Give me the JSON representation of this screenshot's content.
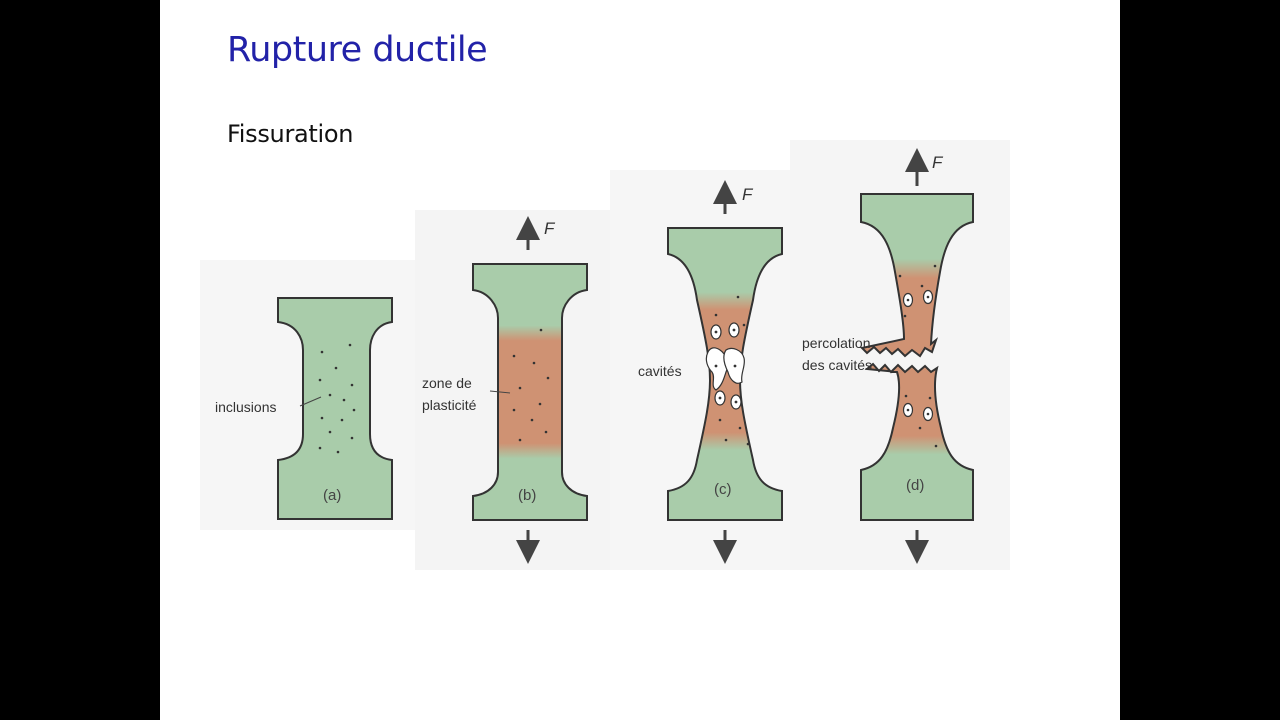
{
  "slide": {
    "title": "Rupture ductile",
    "subtitle": "Fissuration"
  },
  "figure": {
    "force_label": "F",
    "specimens": [
      {
        "caption": "(a)",
        "label": "inclusions"
      },
      {
        "caption": "(b)",
        "label_lines": [
          "zone de",
          "plasticité"
        ]
      },
      {
        "caption": "(c)",
        "label": "cavités"
      },
      {
        "caption": "(d)",
        "label_lines": [
          "percolation",
          "des cavités"
        ]
      }
    ]
  },
  "colors": {
    "background": "#000000",
    "slide": "#ffffff",
    "title": "#2222a8",
    "specimen_green": "#a9ccaa",
    "plastic_zone": "#cf9273",
    "outline": "#333333"
  }
}
